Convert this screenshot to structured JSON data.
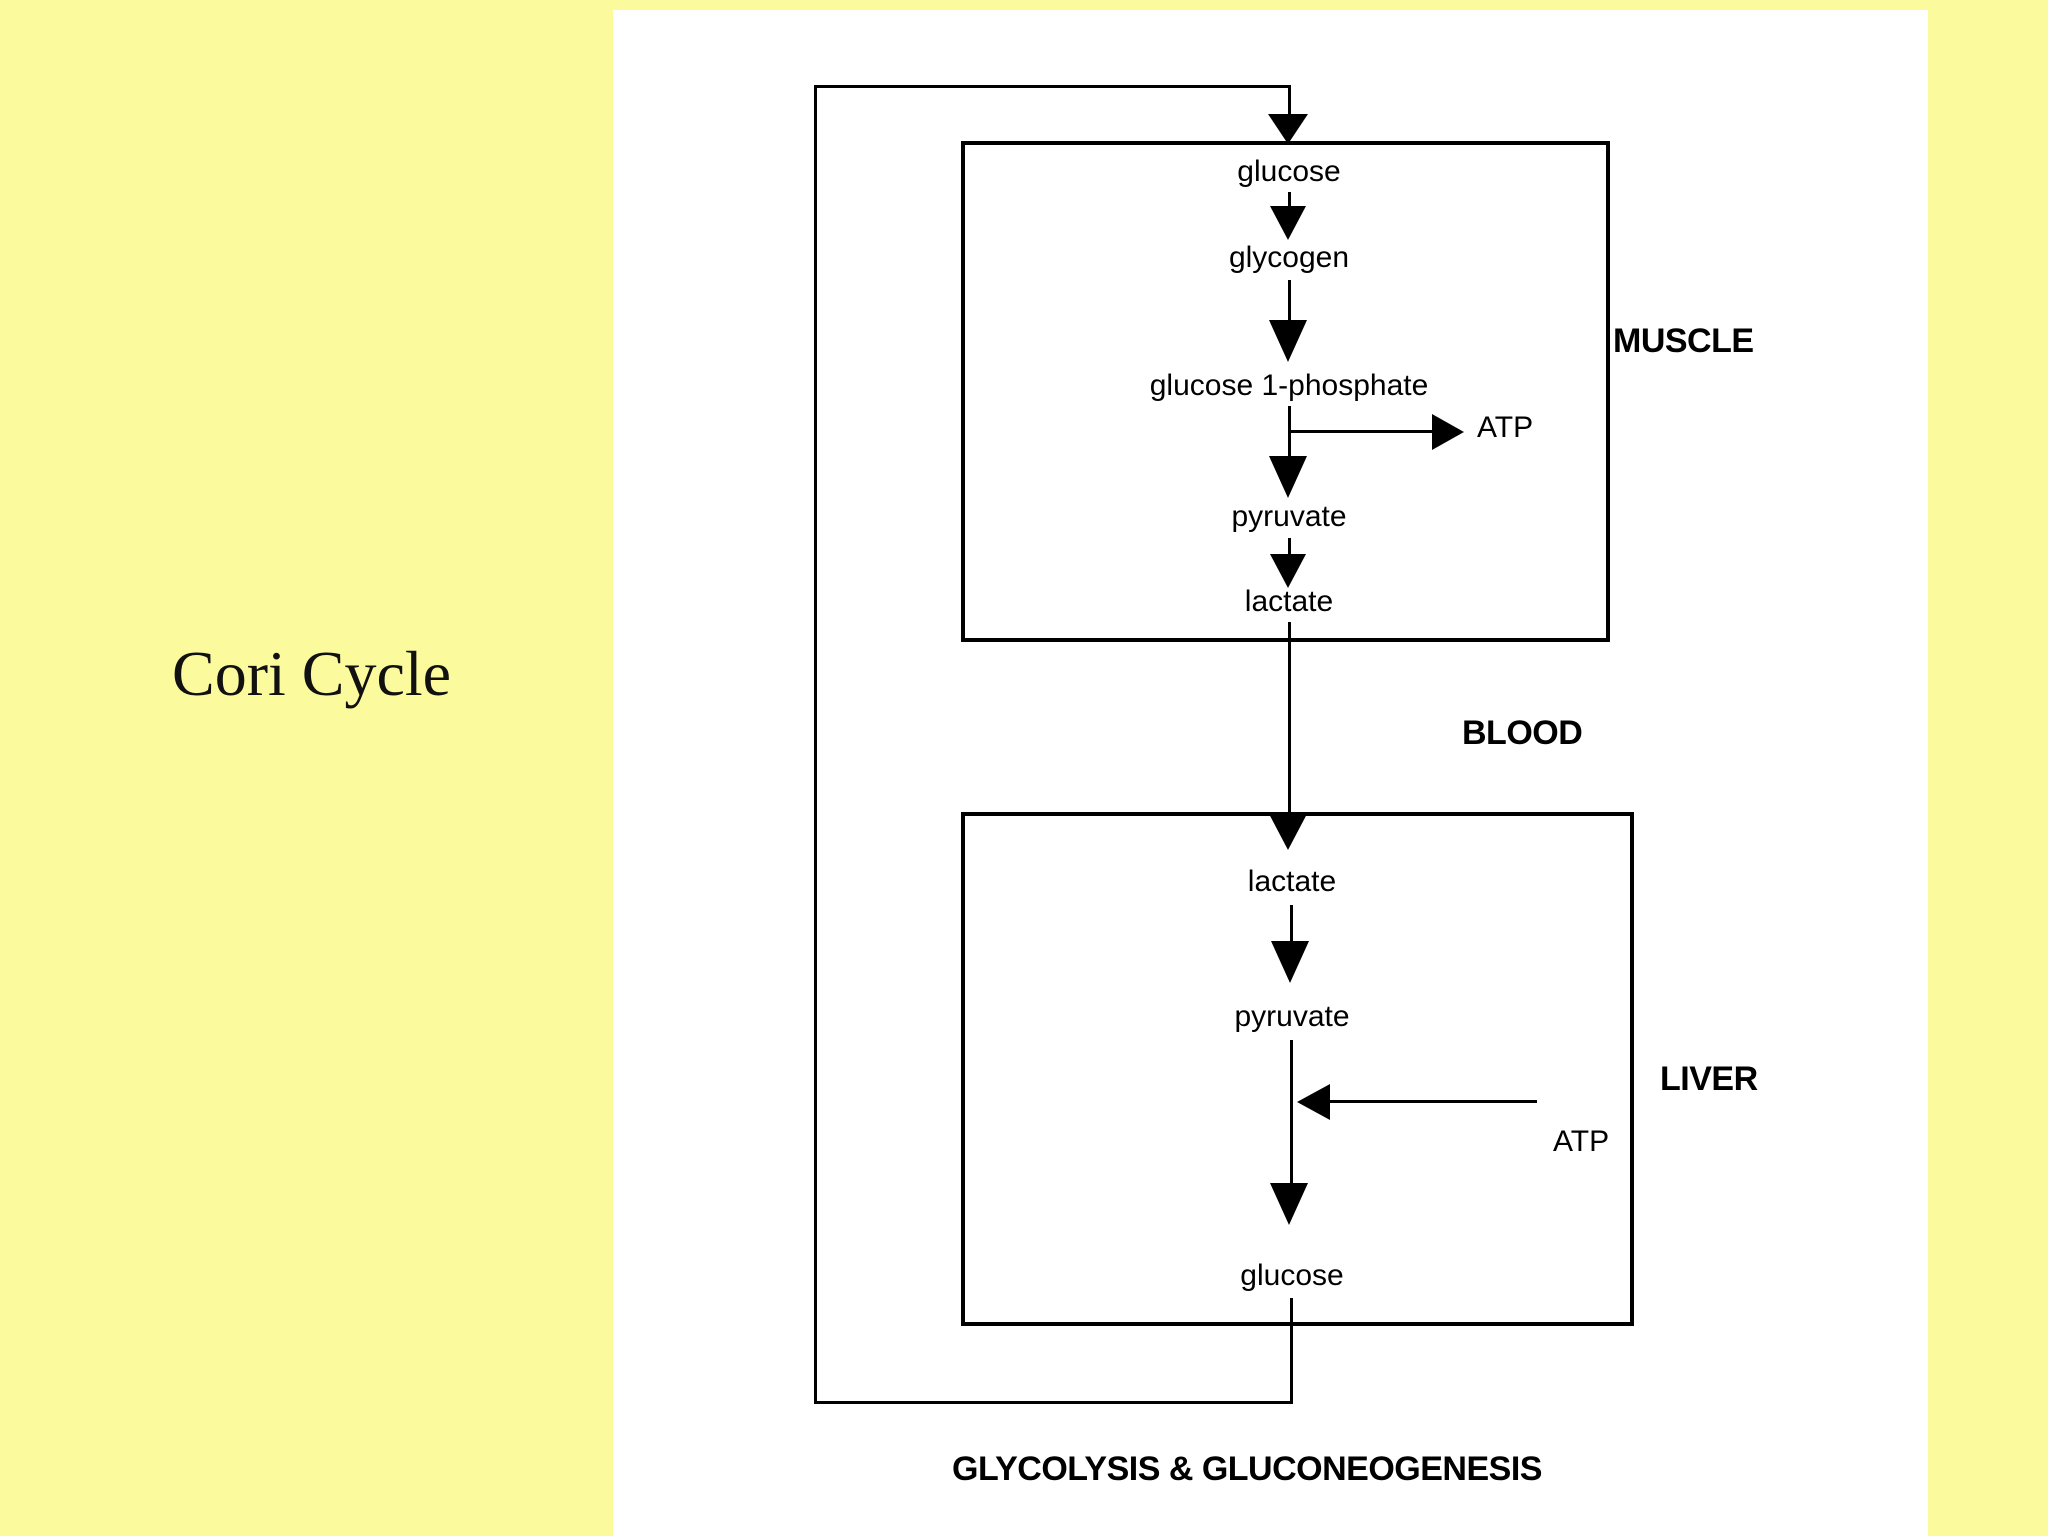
{
  "slide": {
    "title": "Cori Cycle",
    "background_color": "#FBFB9D",
    "panel_color": "#FFFFFF",
    "ink_color": "#000000"
  },
  "diagram": {
    "muscle": {
      "region_label": "MUSCLE",
      "nodes": [
        "glucose",
        "glycogen",
        "glucose 1-phosphate",
        "pyruvate",
        "lactate"
      ],
      "atp_label": "ATP"
    },
    "blood_label": "BLOOD",
    "liver": {
      "region_label": "LIVER",
      "nodes": [
        "lactate",
        "pyruvate",
        "glucose"
      ],
      "atp_label": "ATP"
    },
    "caption": "GLYCOLYSIS & GLUCONEOGENESIS"
  }
}
